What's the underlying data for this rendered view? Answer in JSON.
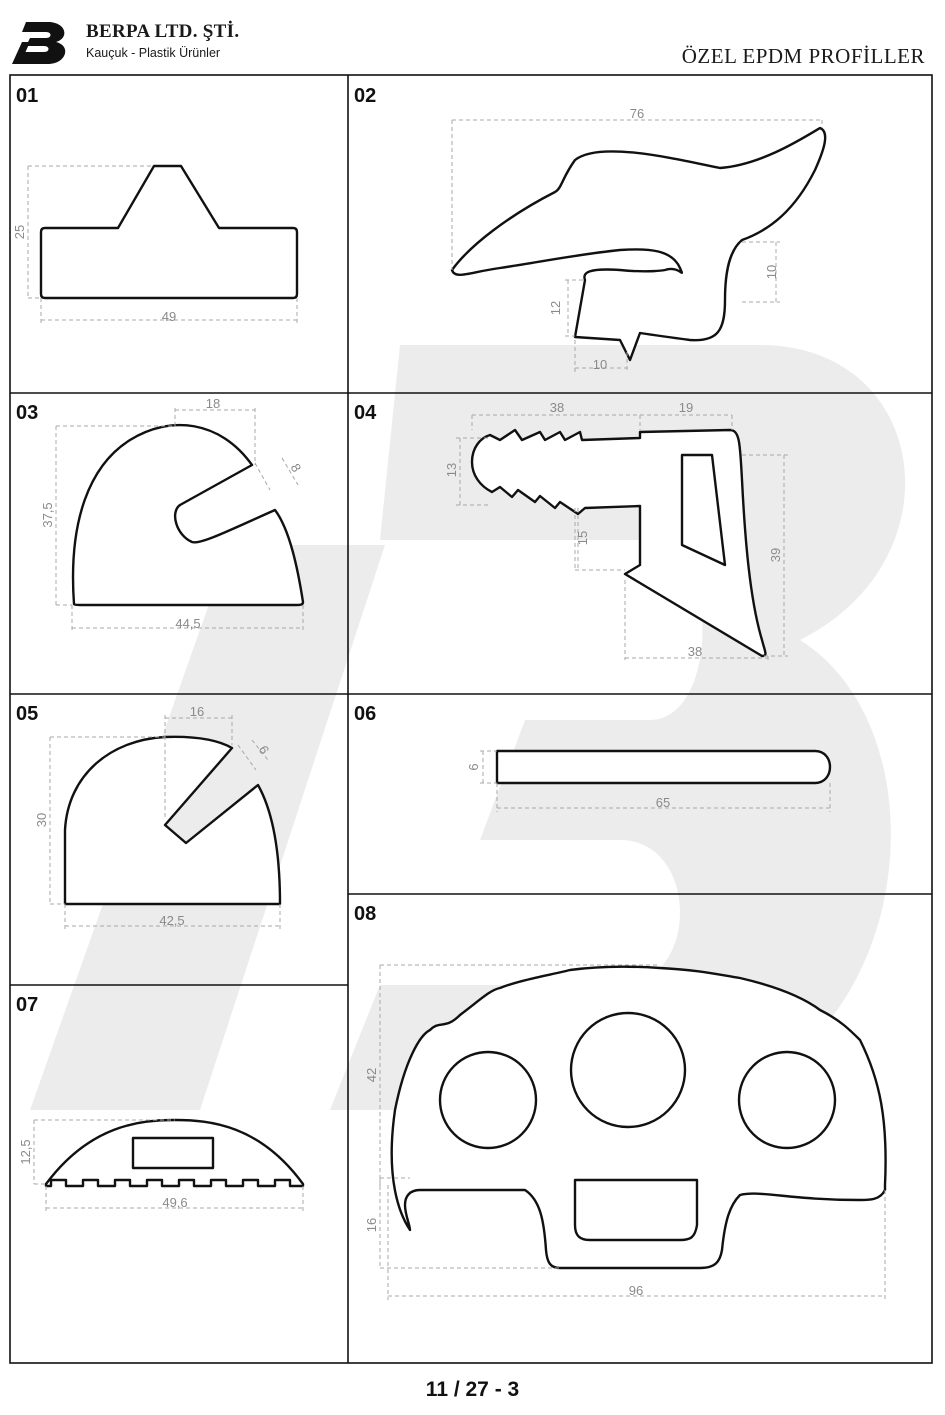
{
  "header": {
    "company_name": "BERPA LTD. ŞTİ.",
    "tagline": "Kauçuk - Plastik Ürünler",
    "document_title": "ÖZEL EPDM PROFİLLER"
  },
  "footer": {
    "page_number": "11 / 27 - 3"
  },
  "profiles": [
    {
      "id": "01",
      "dimensions": [
        "25",
        "49"
      ]
    },
    {
      "id": "02",
      "dimensions": [
        "76",
        "10",
        "12",
        "10"
      ]
    },
    {
      "id": "03",
      "dimensions": [
        "18",
        "8",
        "37,5",
        "44,5"
      ]
    },
    {
      "id": "04",
      "dimensions": [
        "38",
        "19",
        "13",
        "15",
        "39",
        "38"
      ]
    },
    {
      "id": "05",
      "dimensions": [
        "16",
        "6",
        "30",
        "42,5"
      ]
    },
    {
      "id": "06",
      "dimensions": [
        "6",
        "65"
      ]
    },
    {
      "id": "07",
      "dimensions": [
        "12,5",
        "49,6"
      ]
    },
    {
      "id": "08",
      "dimensions": [
        "42",
        "16",
        "96"
      ]
    }
  ]
}
